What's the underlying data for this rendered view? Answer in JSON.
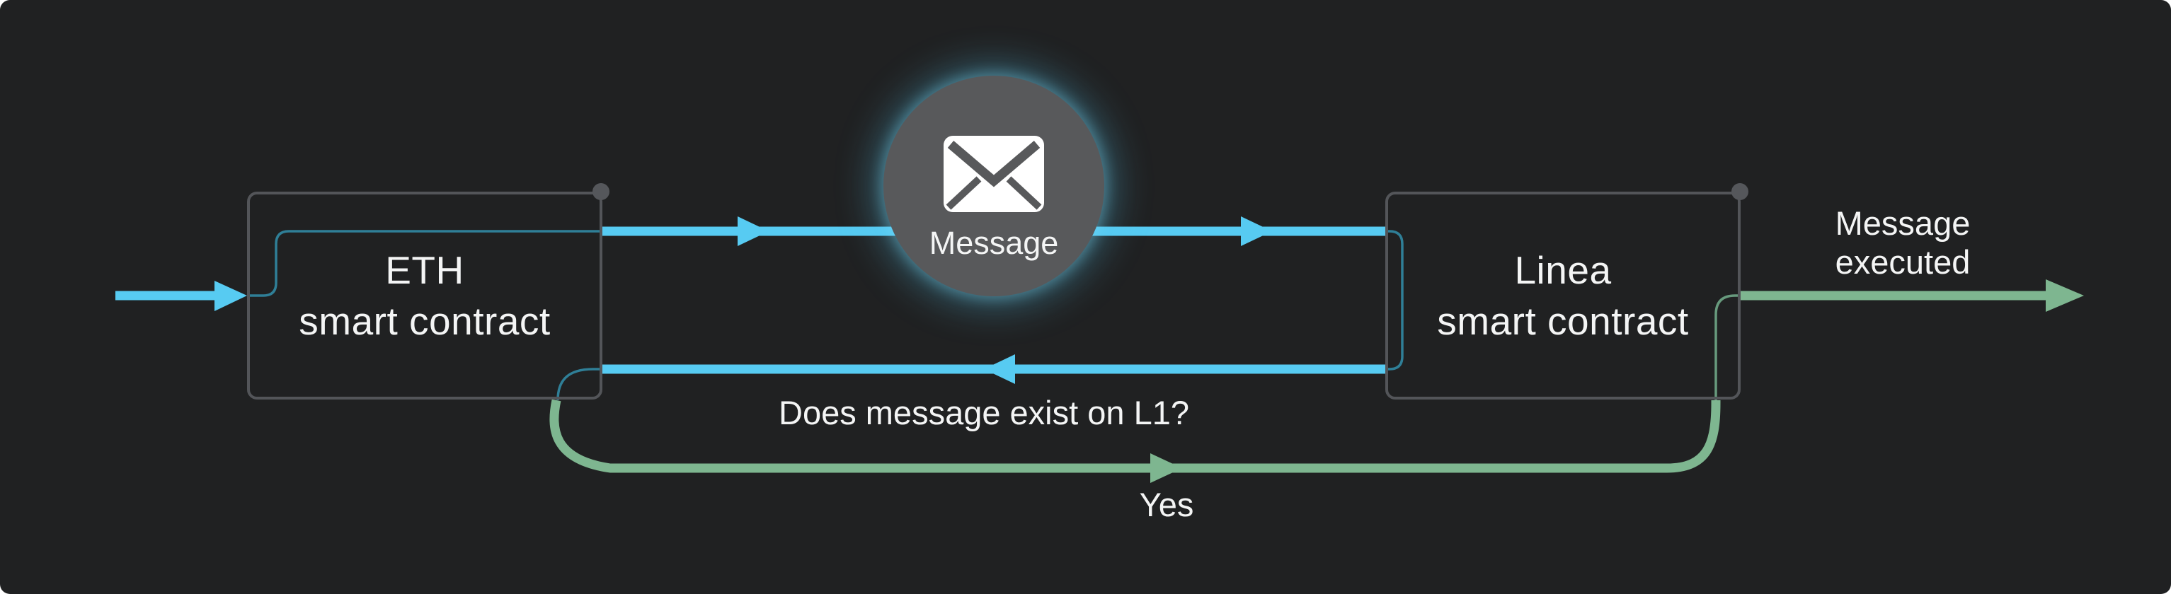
{
  "diagram": {
    "eth_box": {
      "line1": "ETH",
      "line2": "smart contract"
    },
    "linea_box": {
      "line1": "Linea",
      "line2": "smart contract"
    },
    "message_node": {
      "label": "Message",
      "icon": "envelope-icon"
    },
    "question_label": "Does message exist on L1?",
    "yes_label": "Yes",
    "executed_label": {
      "line1": "Message",
      "line2": "executed"
    }
  },
  "colors": {
    "page": "#ffffff",
    "panel_bg": "#202122",
    "box_border": "#535559",
    "dot": "#55575b",
    "text": "#f4f5f5",
    "cyan": "#57CBF2",
    "teal_thin": "#2F7F97",
    "green": "#7EB690",
    "green_thin": "#679A7D",
    "circle_fill": "#58595B"
  }
}
